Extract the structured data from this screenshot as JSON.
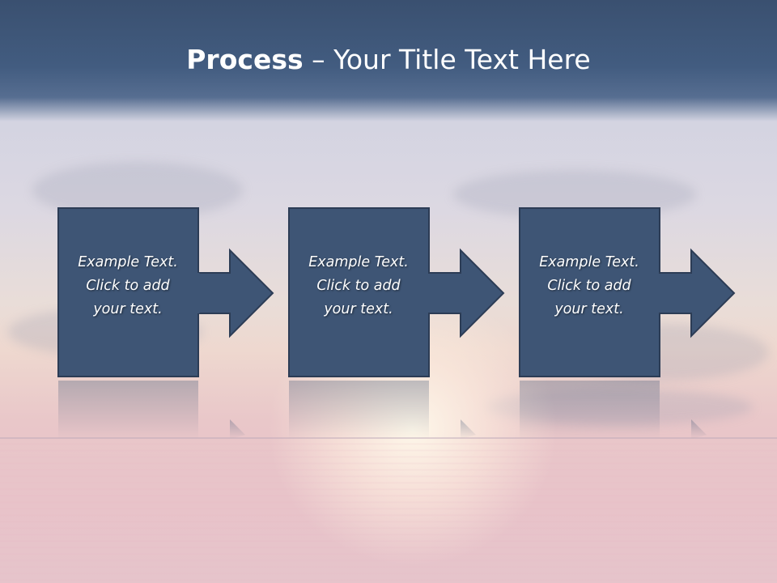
{
  "slide": {
    "title_bold": "Process",
    "title_rest": " – Your Title Text Here"
  },
  "steps": [
    {
      "line1": "Example Text.",
      "line2": "Click  to add",
      "line3": "your text."
    },
    {
      "line1": "Example Text.",
      "line2": "Click  to add",
      "line3": "your text."
    },
    {
      "line1": "Example Text.",
      "line2": "Click  to add",
      "line3": "your text."
    }
  ],
  "colors": {
    "header": "#3e5578",
    "box_fill": "#3e5575",
    "box_stroke": "#2c3c55",
    "text": "#ffffff"
  }
}
